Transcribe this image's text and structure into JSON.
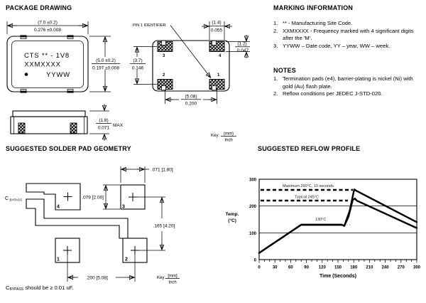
{
  "headings": {
    "package_drawing": "PACKAGE DRAWING",
    "marking_information": "MARKING INFORMATION",
    "notes": "NOTES",
    "solder_pad_geometry": "SUGGESTED SOLDER PAD GEOMETRY",
    "reflow_profile": "SUGGESTED REFLOW PROFILE"
  },
  "package_drawing": {
    "top_view": {
      "marking_line1": "CTS ** - 1V8",
      "marking_line2": "XXMXXXX",
      "marking_line3": "YYWW",
      "dim_width": {
        "mm": "(7.0 ±0.2)",
        "inch": "0.276 ±0.008"
      },
      "dim_height": {
        "mm": "(5.0 ±0.2)",
        "inch": "0.197 ±0.008"
      }
    },
    "side_view": {
      "dim_thickness": {
        "mm": "(1.8)",
        "inch": "0.071",
        "suffix": "MAX"
      }
    },
    "bottom_view": {
      "pin1_label": "PIN 1 IDENTIFIER",
      "pads": {
        "p1": "1",
        "p2": "2",
        "p3": "3",
        "p4": "4"
      },
      "dim_pad_width": {
        "mm": "(1.4)",
        "inch": "0.055"
      },
      "dim_pad_height": {
        "mm": "(1.2)",
        "inch": "0.047"
      },
      "dim_pitch_y": {
        "mm": "(3.7)",
        "inch": "0.146"
      },
      "dim_pitch_x": {
        "mm": "(5.08)",
        "inch": "0.200"
      }
    },
    "key": {
      "label": "Key:",
      "numerator": "(mm)",
      "denominator": "Inch"
    }
  },
  "marking_information": {
    "items": [
      {
        "num": "1.",
        "text": "** - Manufacturing Site Code."
      },
      {
        "num": "2.",
        "text": "XXMXXXX - Frequency marked with 4 significant digits after the 'M'."
      },
      {
        "num": "3.",
        "text": "YYWW – Date code, YY – year, WW – week."
      }
    ]
  },
  "notes": {
    "items": [
      {
        "num": "1.",
        "text": "Termination pads (e4), barrier-plating is nickel (Ni) with gold (Au) flash plate."
      },
      {
        "num": "2.",
        "text": "Reflow conditions per JEDEC J-STD-020."
      }
    ]
  },
  "solder_pad": {
    "bypass": {
      "main": "C",
      "sub": "BYPASS"
    },
    "pads": {
      "p1": "1",
      "p2": "2",
      "p3": "3",
      "p4": "4"
    },
    "dim_pad_width": ".071 [1.80]",
    "dim_pad_height": ".079 [2.00]",
    "dim_pitch_y": ".165 [4.20]",
    "dim_pitch_x": ".200 [5.08]",
    "key": {
      "label": "Key:",
      "numerator": "[mm]",
      "denominator": "Inch"
    },
    "note": {
      "main": "C",
      "sub": "BYPASS",
      "rest": " should be ≥ 0.01 uF."
    }
  },
  "chart_data": {
    "type": "line",
    "title": "SUGGESTED REFLOW PROFILE",
    "xlabel": "Time (Seconds)",
    "ylabel": "Temp. (°C)",
    "ylabel_lines": [
      "Temp.",
      "(°C)"
    ],
    "xlim": [
      0,
      300
    ],
    "ylim": [
      0,
      300
    ],
    "x_ticks": [
      0,
      30,
      60,
      90,
      120,
      150,
      180,
      210,
      240,
      270,
      300
    ],
    "x_minor_step": 10,
    "y_ticks": [
      0,
      100,
      200,
      300
    ],
    "grid_y": [
      100,
      200
    ],
    "legend": "none",
    "annotations": [
      {
        "text": "Maximum 260°C, 10 seconds",
        "y": 260,
        "style": "dashed-line"
      },
      {
        "text": "Typical 245°C",
        "y": 245,
        "style": "dashed-line"
      },
      {
        "text": "130°C",
        "y": 130,
        "style": "label"
      }
    ],
    "series": [
      {
        "name": "maximum-profile",
        "points": [
          [
            0,
            25
          ],
          [
            80,
            130
          ],
          [
            157,
            130
          ],
          [
            162,
            126
          ],
          [
            172,
            180
          ],
          [
            181,
            262
          ],
          [
            186,
            256
          ],
          [
            300,
            140
          ]
        ]
      },
      {
        "name": "typical-profile",
        "points": [
          [
            0,
            25
          ],
          [
            80,
            130
          ],
          [
            157,
            130
          ],
          [
            162,
            126
          ],
          [
            170,
            160
          ],
          [
            178,
            222
          ],
          [
            182,
            228
          ],
          [
            186,
            220
          ],
          [
            300,
            118
          ]
        ]
      }
    ]
  }
}
